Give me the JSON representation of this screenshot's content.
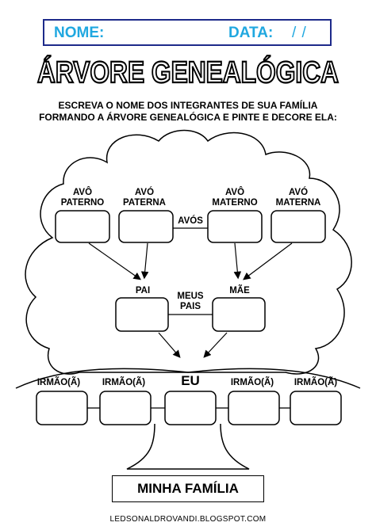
{
  "header": {
    "name_label": "NOME:",
    "date_label": "DATA:",
    "date_value": "/ /",
    "border_color": "#1d2a8a",
    "label_color": "#20a8e0"
  },
  "title": "ÁRVORE GENEALÓGICA",
  "instructions": {
    "line1": "ESCREVA O NOME DOS INTEGRANTES DE SUA FAMÍLIA",
    "line2": "FORMANDO A ÁRVORE GENEALÓGICA E PINTE E DECORE ELA:"
  },
  "tree": {
    "grandparents": [
      {
        "line1": "AVÔ",
        "line2": "PATERNO"
      },
      {
        "line1": "AVÓ",
        "line2": "PATERNA"
      },
      {
        "line1": "AVÔ",
        "line2": "MATERNO"
      },
      {
        "line1": "AVÓ",
        "line2": "MATERNA"
      }
    ],
    "grandparents_label": "AVÓS",
    "parents": [
      {
        "label": "PAI"
      },
      {
        "label": "MÃE"
      }
    ],
    "parents_label": {
      "line1": "MEUS",
      "line2": "PAIS"
    },
    "siblings": [
      "IRMÃO(Ã)",
      "IRMÃO(Ã)",
      "EU",
      "IRMÃO(Ã)",
      "IRMÃO(Ã)"
    ]
  },
  "footer": {
    "family_label": "MINHA FAMÍLIA",
    "site": "LEDSONALDROVANDI.BLOGSPOT.COM"
  }
}
